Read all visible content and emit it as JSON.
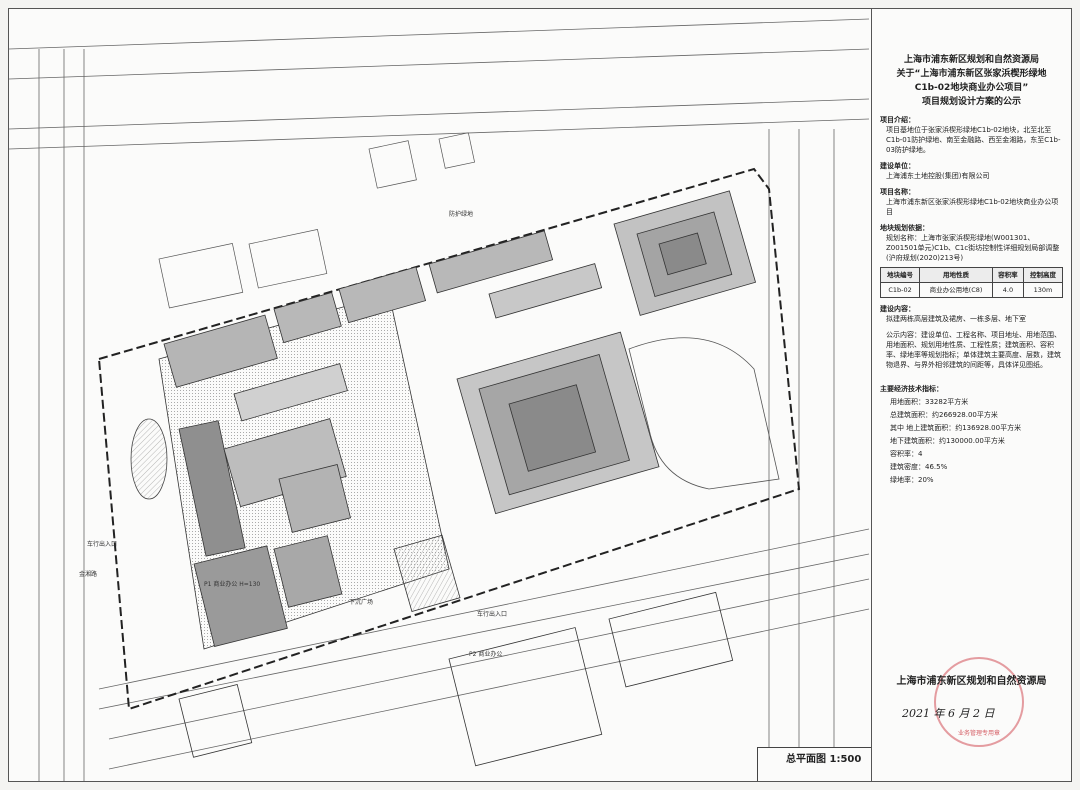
{
  "panel": {
    "title_lines": [
      "上海市浦东新区规划和自然资源局",
      "关于“上海市浦东新区张家浜楔形绿地",
      "C1b-02地块商业办公项目”",
      "项目规划设计方案的公示"
    ],
    "intro_label": "项目介绍：",
    "intro_text": "项目基地位于张家浜楔形绿地C1b-02地块，北至北至C1b-01防护绿地、南至金融路、西至金湘路，东至C1b-03防护绿地。",
    "unit_label": "建设单位：",
    "unit_text": "上海浦东土地控股(集团)有限公司",
    "name_label": "项目名称：",
    "name_text": "上海市浦东新区张家浜楔形绿地C1b-02地块商业办公项目",
    "basis_label": "地块规划依据：",
    "basis_text": "规划名称：上海市张家浜楔形绿地(W001301、Z001501单元)C1b、C1c街坊控制性详细规划局部调整(沪府规划(2020)213号)",
    "table_headers": [
      "地块编号",
      "用地性质",
      "容积率",
      "控制高度"
    ],
    "table_row": [
      "C1b-02",
      "商业办公用地(C8)",
      "4.0",
      "130m"
    ],
    "content_label": "建设内容：",
    "content_text": "拟建两栋高层建筑及裙房、一栋多层、地下室",
    "notice_text": "公示内容：建设单位、工程名称、项目地址、用地范围、用地面积、规划用地性质、工程性质；建筑面积、容积率、绿地率等规划指标；单体建筑主要高度、层数，建筑物退界、与界外相邻建筑的间距等，具体详见图纸。",
    "eco_label": "主要经济技术指标：",
    "eco_rows": [
      "用地面积：33282平方米",
      "总建筑面积：约266928.00平方米",
      "其中 地上建筑面积：约136928.00平方米",
      "地下建筑面积：约130000.00平方米",
      "容积率：4",
      "建筑密度：46.5%",
      "绿地率：20%"
    ],
    "agency": "上海市浦东新区规划和自然资源局",
    "date": "2021 年 6 月 2 日",
    "stamp_text": "业务管理专用章"
  },
  "plan": {
    "scale_title": "总平面图 1:500",
    "labels": {
      "road_west": "金湘路",
      "entry_1": "车行出入口",
      "entry_2": "车行出入口",
      "plaza": "下沉广场",
      "building_p1": "P1 商业办公 H=130",
      "building_p2": "P2 商业办公",
      "green": "防护绿地"
    },
    "colors": {
      "line": "#333333",
      "hatch": "#888888",
      "building": "#9a9a9a",
      "red_boundary": "#222222"
    }
  }
}
